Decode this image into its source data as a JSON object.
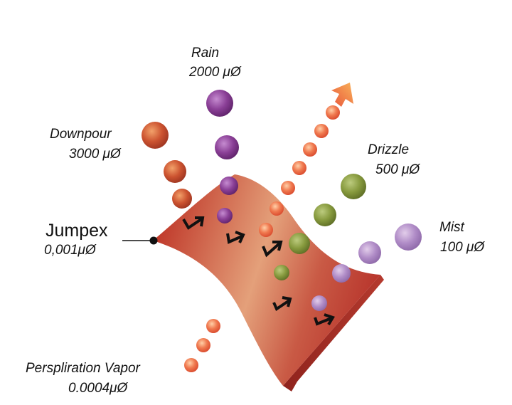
{
  "labels": {
    "rain": {
      "name": "Rain",
      "value": "2000 μØ"
    },
    "downpour": {
      "name": "Downpour",
      "value": "3000 μØ"
    },
    "drizzle": {
      "name": "Drizzle",
      "value": "500 μØ"
    },
    "mist": {
      "name": "Mist",
      "value": "100 μØ"
    },
    "jumpex": {
      "name": "Jumpex",
      "value": "0,001μØ"
    },
    "vapor": {
      "name": "Perspliration Vapor",
      "value": "0.0004μØ"
    }
  },
  "colors": {
    "fabric_dark": "#b9332a",
    "fabric_light": "#df9c72",
    "rain": "#8a3f96",
    "downpour": "#cc5330",
    "drizzle": "#879a3e",
    "mist": "#b08cc7",
    "vapor": "#f07a50",
    "arrow": "#111111"
  },
  "icons": [
    "direction-arrow-icon",
    "vapor-arrowhead-icon",
    "fabric-point-marker-icon"
  ]
}
